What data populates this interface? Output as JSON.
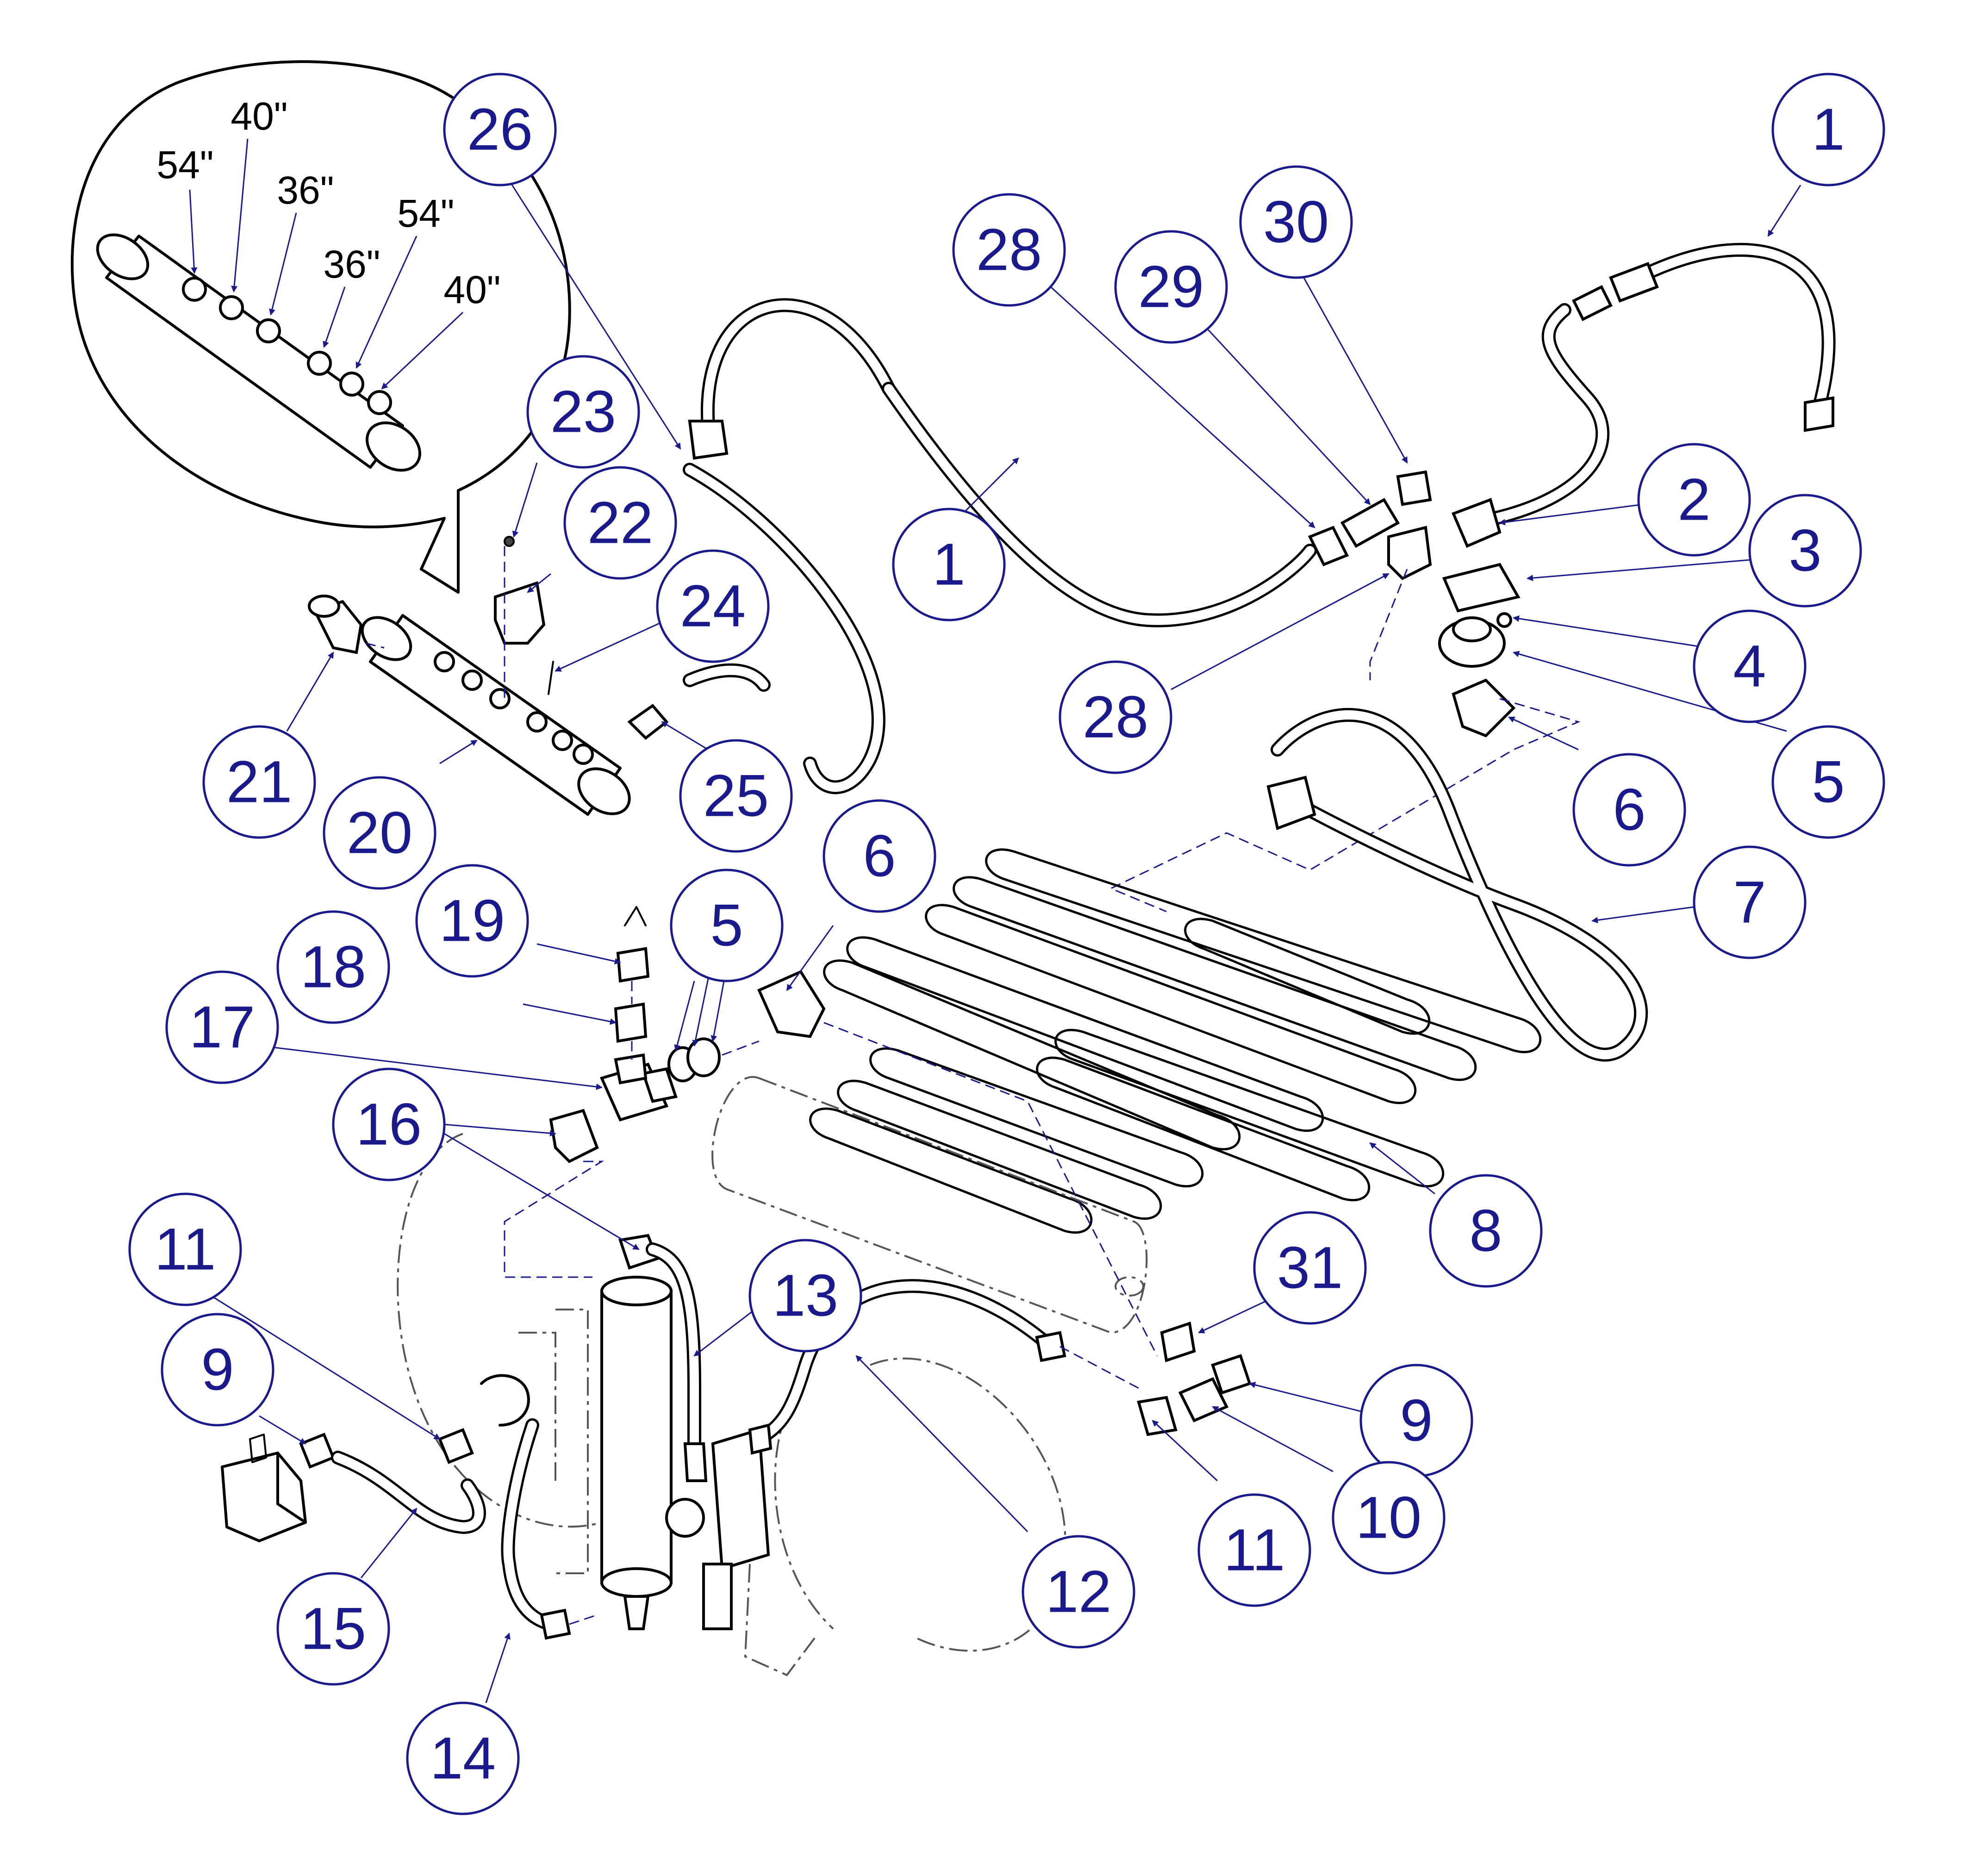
{
  "callouts": [
    {
      "id": "c1a",
      "label": "1"
    },
    {
      "id": "c1b",
      "label": "1"
    },
    {
      "id": "c2",
      "label": "2"
    },
    {
      "id": "c3",
      "label": "3"
    },
    {
      "id": "c4",
      "label": "4"
    },
    {
      "id": "c5a",
      "label": "5"
    },
    {
      "id": "c5b",
      "label": "5"
    },
    {
      "id": "c6a",
      "label": "6"
    },
    {
      "id": "c6b",
      "label": "6"
    },
    {
      "id": "c7",
      "label": "7"
    },
    {
      "id": "c8",
      "label": "8"
    },
    {
      "id": "c9a",
      "label": "9"
    },
    {
      "id": "c9b",
      "label": "9"
    },
    {
      "id": "c10",
      "label": "10"
    },
    {
      "id": "c11a",
      "label": "11"
    },
    {
      "id": "c11b",
      "label": "11"
    },
    {
      "id": "c12",
      "label": "12"
    },
    {
      "id": "c13",
      "label": "13"
    },
    {
      "id": "c14",
      "label": "14"
    },
    {
      "id": "c15",
      "label": "15"
    },
    {
      "id": "c16",
      "label": "16"
    },
    {
      "id": "c17",
      "label": "17"
    },
    {
      "id": "c18",
      "label": "18"
    },
    {
      "id": "c19",
      "label": "19"
    },
    {
      "id": "c20",
      "label": "20"
    },
    {
      "id": "c21",
      "label": "21"
    },
    {
      "id": "c22",
      "label": "22"
    },
    {
      "id": "c23",
      "label": "23"
    },
    {
      "id": "c24",
      "label": "24"
    },
    {
      "id": "c25",
      "label": "25"
    },
    {
      "id": "c26",
      "label": "26"
    },
    {
      "id": "c28a",
      "label": "28"
    },
    {
      "id": "c28b",
      "label": "28"
    },
    {
      "id": "c29",
      "label": "29"
    },
    {
      "id": "c30",
      "label": "30"
    },
    {
      "id": "c31",
      "label": "31"
    }
  ],
  "detail_labels": [
    "54\"",
    "40\"",
    "36\"",
    "36\"",
    "54\"",
    "40\""
  ],
  "colors": {
    "callout": "#1a1a8c",
    "line": "#000000",
    "background": "#ffffff"
  }
}
